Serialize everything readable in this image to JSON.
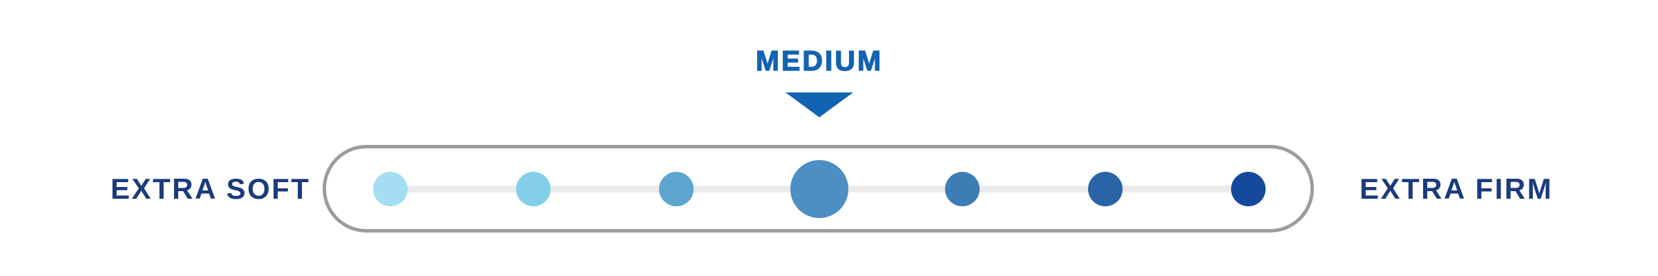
{
  "scale": {
    "title": "MEDIUM",
    "left_label": "EXTRA SOFT",
    "right_label": "EXTRA FIRM",
    "selected_index": 3,
    "num_levels": 7,
    "dot_colors": [
      "#a5def2",
      "#83cfe9",
      "#5ca6d0",
      "#4d8ec3",
      "#3e7cb4",
      "#2a63a6",
      "#14499c"
    ],
    "colors": {
      "title": "#1263b1",
      "labels": "#1a3b7c",
      "pill_border": "#9c9c9c",
      "track": "#ebebeb",
      "background": "#ffffff"
    }
  }
}
